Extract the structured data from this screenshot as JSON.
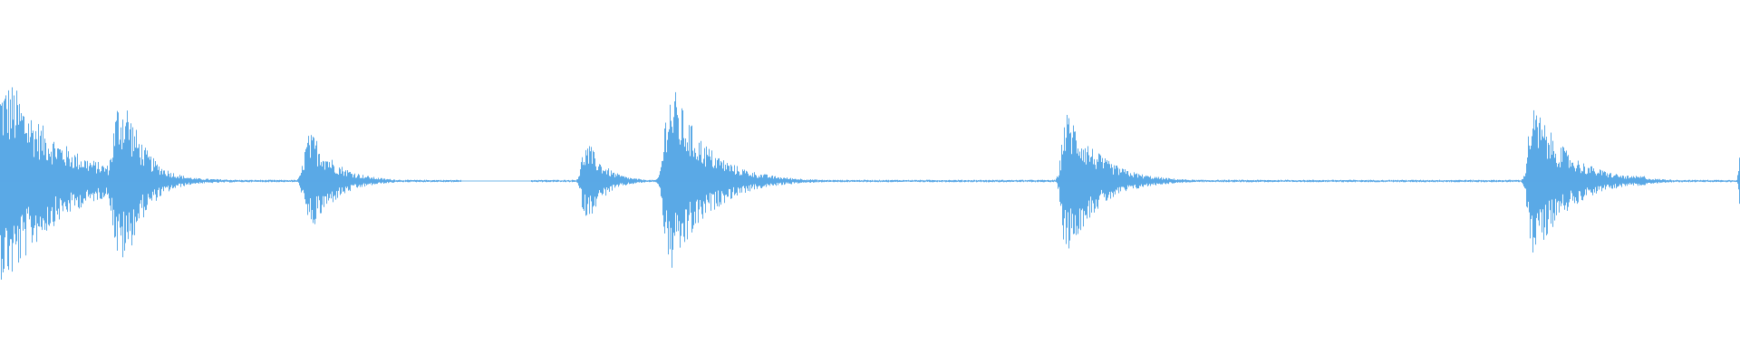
{
  "waveform": {
    "color": "#5aa9e6",
    "background": "#ffffff",
    "baseline_level": 0.0,
    "peak_scale": 1.0,
    "noise_floor": 0.012,
    "events": [
      {
        "position": 0.0,
        "amplitude": 0.95,
        "width": 0.012,
        "decay": 0.03
      },
      {
        "position": 0.068,
        "amplitude": 0.78,
        "width": 0.008,
        "decay": 0.012
      },
      {
        "position": 0.177,
        "amplitude": 0.45,
        "width": 0.006,
        "decay": 0.014
      },
      {
        "position": 0.336,
        "amplitude": 0.35,
        "width": 0.005,
        "decay": 0.01
      },
      {
        "position": 0.384,
        "amplitude": 0.88,
        "width": 0.006,
        "decay": 0.02
      },
      {
        "position": 0.612,
        "amplitude": 0.66,
        "width": 0.005,
        "decay": 0.018
      },
      {
        "position": 0.88,
        "amplitude": 0.7,
        "width": 0.005,
        "decay": 0.02
      },
      {
        "position": 0.939,
        "amplitude": 0.05,
        "width": 0.01,
        "decay": 0.004
      },
      {
        "position": 1.0,
        "amplitude": 0.38,
        "width": 0.002,
        "decay": 0.002
      }
    ],
    "quiet_gaps": [
      {
        "from": 0.265,
        "to": 0.305
      }
    ]
  }
}
